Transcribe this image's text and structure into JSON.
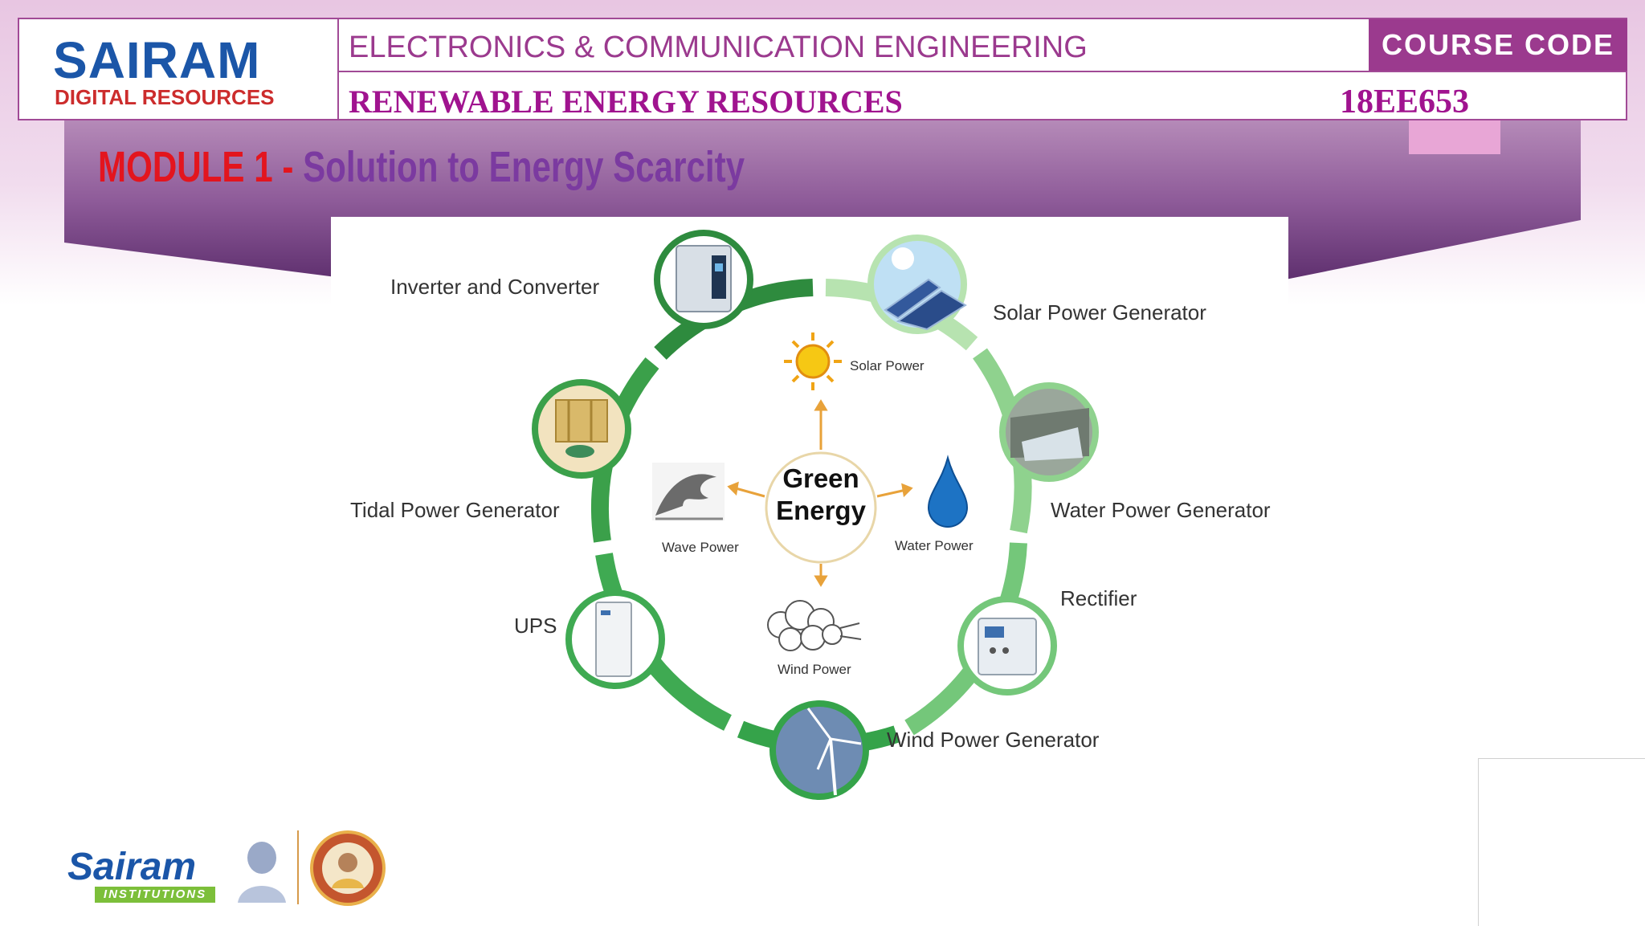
{
  "header": {
    "logo_main": "SAIRAM",
    "logo_sub": "DIGITAL RESOURCES",
    "department": "ELECTRONICS & COMMUNICATION ENGINEERING",
    "course_code_label": "COURSE CODE",
    "subject": "RENEWABLE ENERGY RESOURCES",
    "course_code": "18EE653"
  },
  "slide": {
    "module_label": "MODULE 1 - ",
    "module_title": "Solution to Energy Scarcity"
  },
  "diagram": {
    "center_line1": "Green",
    "center_line2": "Energy",
    "inner_labels": {
      "solar": "Solar Power",
      "wave": "Wave Power",
      "water": "Water Power",
      "wind": "Wind Power"
    },
    "outer_labels": {
      "inverter": "Inverter and Converter",
      "solar_gen": "Solar Power Generator",
      "water_gen": "Water Power Generator",
      "rectifier": "Rectifier",
      "wind_gen": "Wind Power Generator",
      "ups": "UPS",
      "tidal_gen": "Tidal Power Generator"
    }
  },
  "footer": {
    "brand": "Sairam",
    "brand_sub": "INSTITUTIONS",
    "seal_icon": "founder-seal-icon",
    "guru_icon": "guru-portrait-icon"
  },
  "colors": {
    "accent_purple": "#9b3a8e",
    "brand_blue": "#1b56a8",
    "brand_red": "#cc2c2c",
    "ring_dark_green": "#2e8b3e",
    "ring_mid_green": "#4fb35c",
    "ring_light_green": "#a9dca3"
  }
}
